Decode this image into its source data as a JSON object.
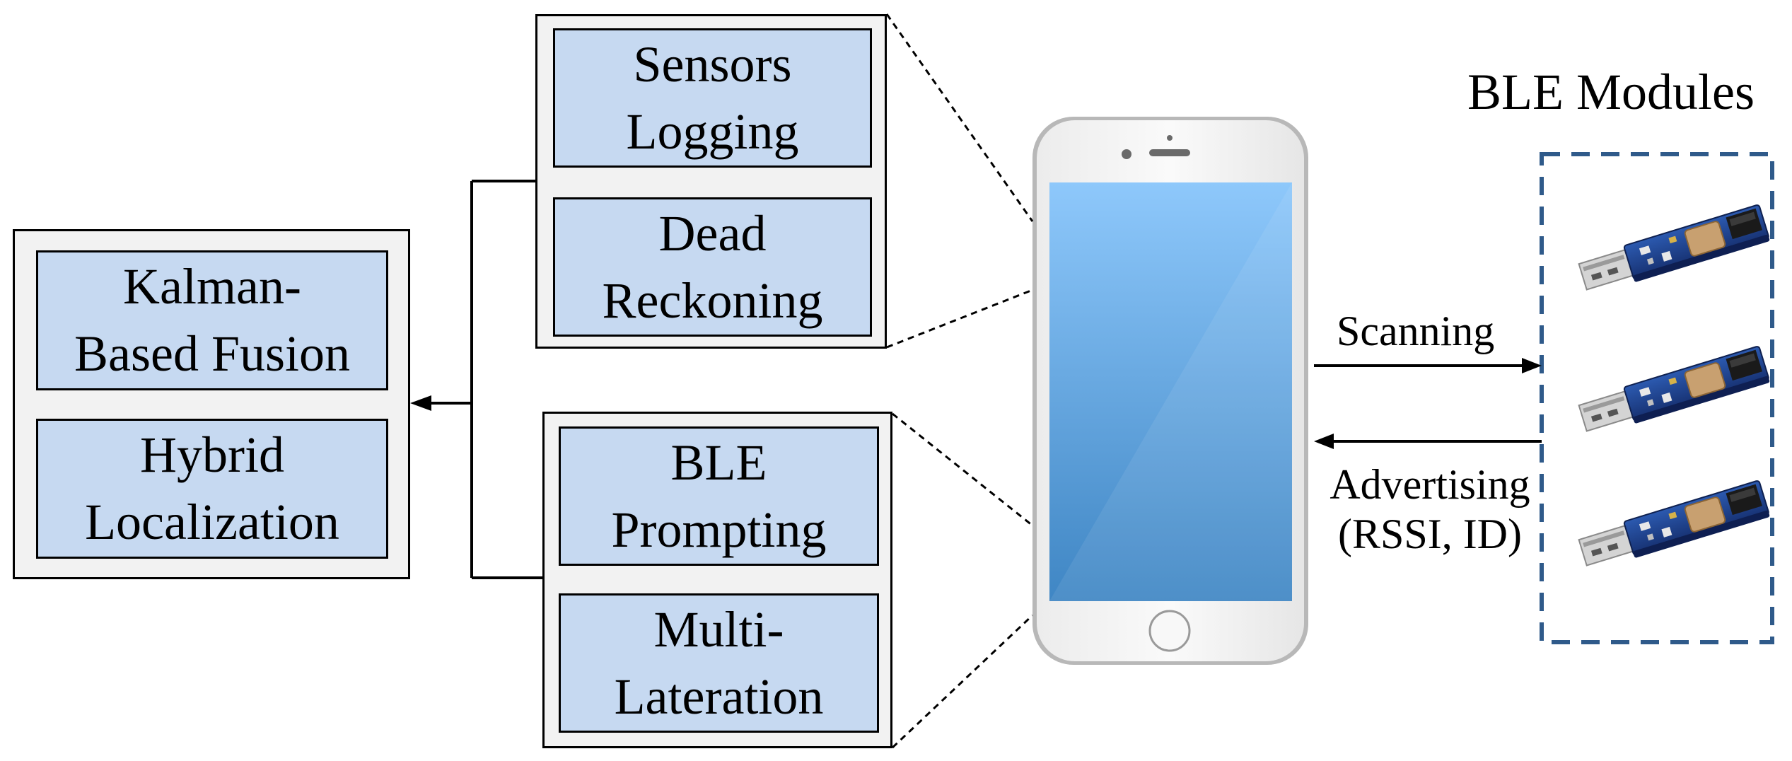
{
  "fusion_group": {
    "block1": {
      "line1": "Kalman-",
      "line2": "Based Fusion"
    },
    "block2": {
      "line1": "Hybrid",
      "line2": "Localization"
    }
  },
  "imu_group": {
    "block1": {
      "line1": "Sensors",
      "line2": "Logging"
    },
    "block2": {
      "line1": "Dead",
      "line2": "Reckoning"
    }
  },
  "ble_group": {
    "block1": {
      "line1": "BLE",
      "line2": "Prompting"
    },
    "block2": {
      "line1": "Multi-",
      "line2": "Lateration"
    }
  },
  "links": {
    "scanning": "Scanning",
    "advertising_line1": "Advertising",
    "advertising_line2": "(RSSI, ID)"
  },
  "ble_modules": {
    "title": "BLE Modules",
    "count": 3
  },
  "colors": {
    "block_fill": "#c6d9f1",
    "group_fill": "#f2f2f2",
    "screen_top": "#8ec8fb",
    "screen_bottom": "#3f86c4",
    "module_border": "#2f5a8a",
    "pcb": "#1e3d82"
  },
  "icons": [
    "smartphone-icon",
    "usb-ble-dongle-icon"
  ]
}
